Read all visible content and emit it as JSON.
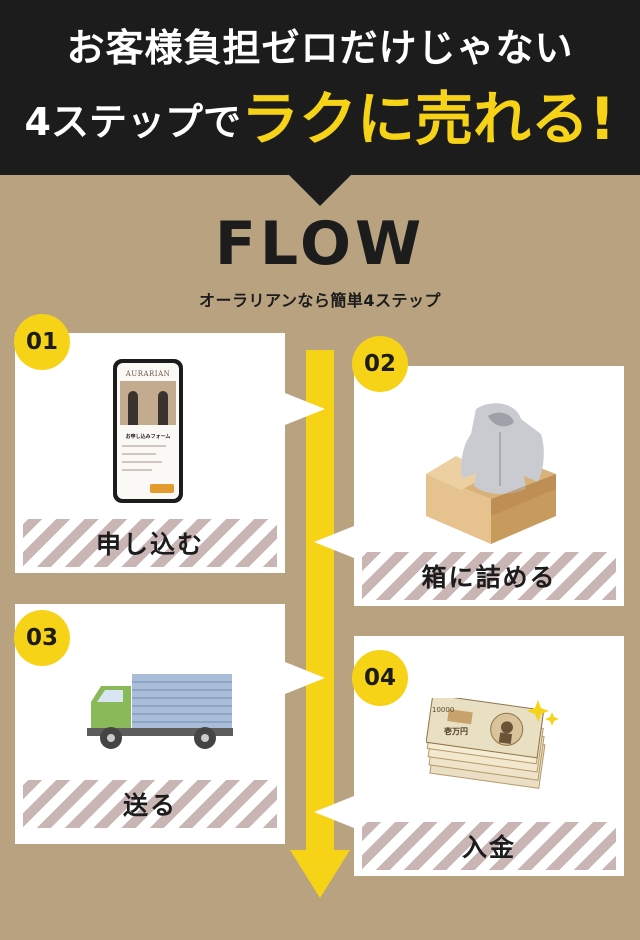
{
  "header": {
    "line1": "お客様負担ゼロだけじゃない",
    "line2_prefix": "4ステップで",
    "line2_accent": "ラクに売れる!"
  },
  "flow": {
    "title": "FLOW",
    "subtitle": "オーラリアンなら簡単4ステップ"
  },
  "steps": [
    {
      "number": "01",
      "label": "申し込む",
      "image": "smartphone-application-form"
    },
    {
      "number": "02",
      "label": "箱に詰める",
      "image": "hoodie-in-cardboard-box"
    },
    {
      "number": "03",
      "label": "送る",
      "image": "delivery-truck"
    },
    {
      "number": "04",
      "label": "入金",
      "image": "yen-banknotes-sparkle"
    }
  ],
  "phone": {
    "brand": "AURARIAN",
    "form_title": "お申し込みフォーム"
  },
  "banknote": {
    "value": "10000",
    "text": "壱万円"
  },
  "colors": {
    "background": "#b9a27f",
    "banner": "#1c1c1c",
    "accent_yellow": "#f7d317",
    "stripe": "#c8b5b4",
    "card": "#ffffff"
  }
}
